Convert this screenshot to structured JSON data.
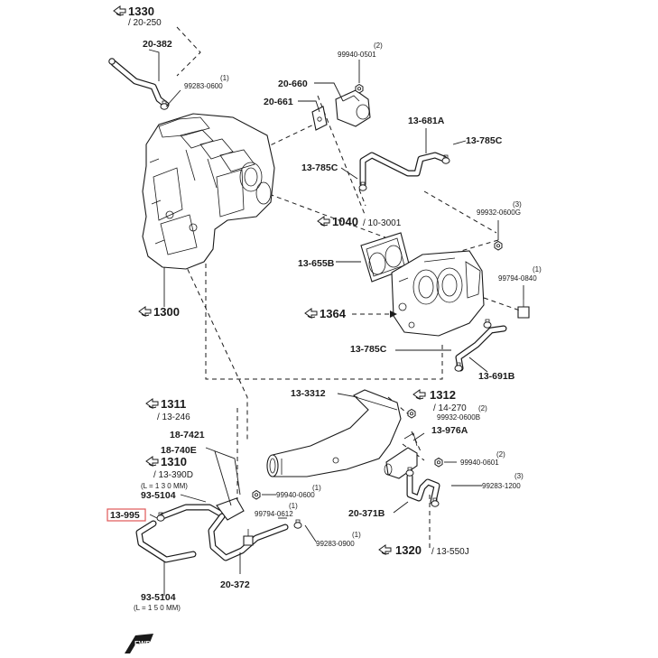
{
  "labels": {
    "sec_1330": "1330",
    "sec_1330_sub": "/ 20-250",
    "p_20_382": "20-382",
    "p_99283_0600_q": "(1)",
    "p_99283_0600": "99283-0600",
    "p_99940_0501_q": "(2)",
    "p_99940_0501": "99940-0501",
    "p_20_660": "20-660",
    "p_20_661": "20-661",
    "p_13_681A": "13-681A",
    "p_13_785C_a": "13-785C",
    "p_13_785C_b": "13-785C",
    "sec_1040": "1040",
    "sec_1040_sub": "/ 10-3001",
    "p_99932_0600G_q": "(3)",
    "p_99932_0600G": "99932-0600G",
    "p_13_655B": "13-655B",
    "p_99794_0840_q": "(1)",
    "p_99794_0840": "99794-0840",
    "sec_1300": "1300",
    "sec_1364": "1364",
    "p_13_785C_c": "13-785C",
    "p_13_691B": "13-691B",
    "p_13_3312": "13-3312",
    "sec_1312": "1312",
    "sec_1312_sub": "/ 14-270",
    "p_99932_0600B_q": "(2)",
    "p_99932_0600B": "99932-0600B",
    "sec_1311": "1311",
    "sec_1311_sub": "/ 13-246",
    "p_13_976A": "13-976A",
    "p_18_7421": "18-7421",
    "p_99940_0601_q": "(2)",
    "p_99940_0601": "99940-0601",
    "p_18_740E": "18-740E",
    "sec_1310": "1310",
    "sec_1310_sub": "/ 13-390D",
    "p_130mm": "(L = 1 3 0 MM)",
    "p_93_5104_a": "93-5104",
    "p_99283_1200_q": "(3)",
    "p_99283_1200": "99283-1200",
    "p_99940_0600_q": "(1)",
    "p_99940_0600": "99940-0600",
    "p_13_995": "13-995",
    "p_99794_0612_q": "(1)",
    "p_99794_0612": "99794-0612",
    "p_20_371B": "20-371B",
    "p_99283_0900_q": "(1)",
    "p_99283_0900": "99283-0900",
    "sec_1320": "1320",
    "sec_1320_sub": "/ 13-550J",
    "p_20_372": "20-372",
    "p_93_5104_b": "93-5104",
    "p_150mm": "(L = 1 5 0 MM)",
    "fwd": "FWD"
  },
  "colors": {
    "line": "#1a1a1a",
    "highlight": "#e05858",
    "background": "#ffffff"
  },
  "icons": {
    "section_reference": "book-arrow-icon",
    "front_direction": "fwd-arrow-icon"
  }
}
